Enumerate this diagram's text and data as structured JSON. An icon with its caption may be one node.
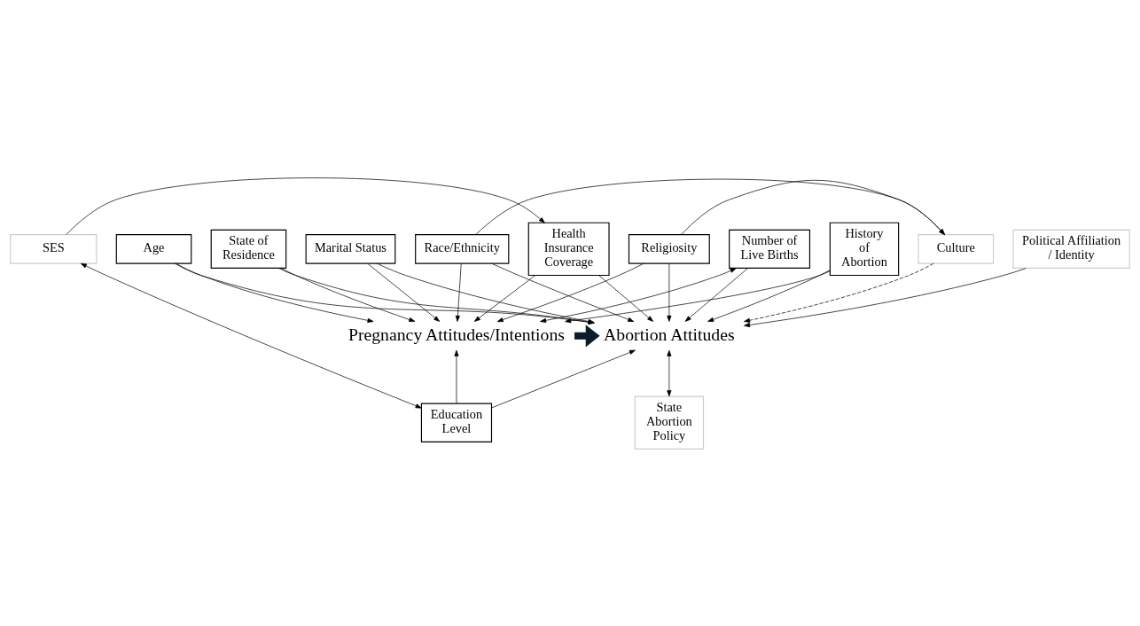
{
  "diagram": {
    "nodes": [
      {
        "text": [
          "Age"
        ]
      },
      {
        "text": [
          "State of Residence"
        ]
      },
      {
        "text": [
          "Marital Status"
        ]
      },
      {
        "text": [
          "Political Affiliation / Identity"
        ]
      },
      {
        "text": [
          "Race/Ethnicity"
        ]
      },
      {
        "text": [
          "Culture"
        ]
      },
      {
        "text": [
          "Religiosity"
        ]
      },
      {
        "text": [
          "Pregnancy Attitudes/Intentions"
        ]
      },
      {
        "text": [
          "Abortion Attitudes"
        ]
      },
      {
        "text": [
          "Education Level"
        ]
      },
      {
        "text": [
          "State Abortion Policy"
        ]
      },
      {
        "text": [
          "SES"
        ]
      },
      {
        "text": [
          "Health Insurance Coverage"
        ]
      },
      {
        "text": [
          "Number of Live Births"
        ]
      },
      {
        "text": [
          "History of Abortion"
        ]
      }
    ],
    "edges": [
      {
        "from": 0,
        "to": 7,
        "arrow": "to"
      },
      {
        "from": 0,
        "to": 8,
        "arrow": "to"
      },
      {
        "from": 1,
        "to": 7,
        "arrow": "to"
      },
      {
        "from": 1,
        "to": 8,
        "arrow": "to"
      },
      {
        "from": 2,
        "to": 7,
        "arrow": "to"
      },
      {
        "from": 2,
        "to": 8,
        "arrow": "to"
      },
      {
        "from": 3,
        "to": 8,
        "arrow": "to"
      },
      {
        "from": 4,
        "to": 7,
        "arrow": "to"
      },
      {
        "from": 4,
        "to": 5,
        "arrow": "to"
      },
      {
        "from": 4,
        "to": 8,
        "arrow": "to"
      },
      {
        "from": 6,
        "to": 7,
        "arrow": "to"
      },
      {
        "from": 6,
        "to": 5,
        "arrow": "to"
      },
      {
        "from": 6,
        "to": 8,
        "arrow": "to"
      },
      {
        "from": 5,
        "to": 8,
        "arrow": "to",
        "style": "dashed"
      },
      {
        "from": 7,
        "to": 8,
        "arrow": "to",
        "style": "thick"
      },
      {
        "from": 9,
        "to": 7,
        "arrow": "to"
      },
      {
        "from": 9,
        "to": 8,
        "arrow": "to"
      },
      {
        "from": 8,
        "to": 10,
        "arrow": "both"
      },
      {
        "from": 12,
        "to": 7,
        "arrow": "to"
      },
      {
        "from": 12,
        "to": 8,
        "arrow": "to"
      },
      {
        "from": 13,
        "to": 7,
        "arrow": "both"
      },
      {
        "from": 13,
        "to": 8,
        "arrow": "to"
      },
      {
        "from": 11,
        "to": 9,
        "arrow": "both"
      },
      {
        "from": 11,
        "to": 12,
        "arrow": "to"
      },
      {
        "from": 14,
        "to": 7,
        "arrow": "to"
      },
      {
        "from": 14,
        "to": 8,
        "arrow": "to"
      }
    ]
  }
}
